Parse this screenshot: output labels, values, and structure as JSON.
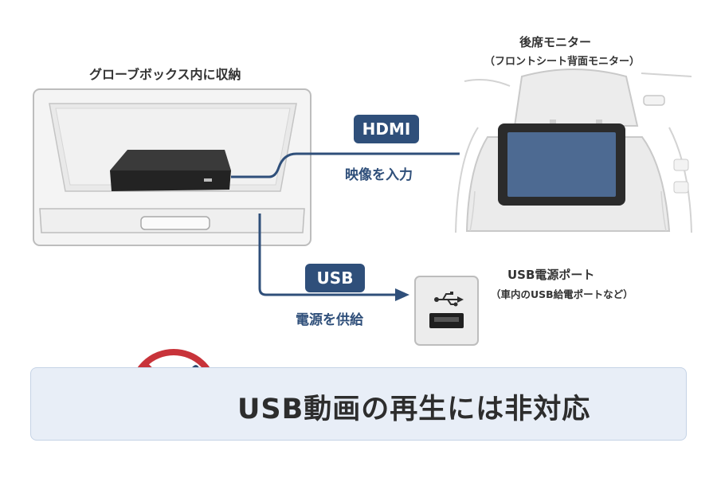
{
  "glovebox": {
    "label": "グローブボックス内に収納"
  },
  "monitor": {
    "title": "後席モニター",
    "subtitle": "（フロントシート背面モニター）"
  },
  "hdmi": {
    "badge": "HDMI",
    "description": "映像を入力"
  },
  "usb": {
    "badge": "USB",
    "description": "電源を供給"
  },
  "usb_port": {
    "title": "USB電源ポート",
    "subtitle": "（車内のUSB給電ポートなど）"
  },
  "notice": {
    "text": "USB動画の再生には非対応",
    "icon": "no-usb-stick-icon"
  },
  "colors": {
    "accent": "#2f4f7a",
    "prohibit": "#c8333a",
    "notice_bg": "#e8eef7"
  }
}
